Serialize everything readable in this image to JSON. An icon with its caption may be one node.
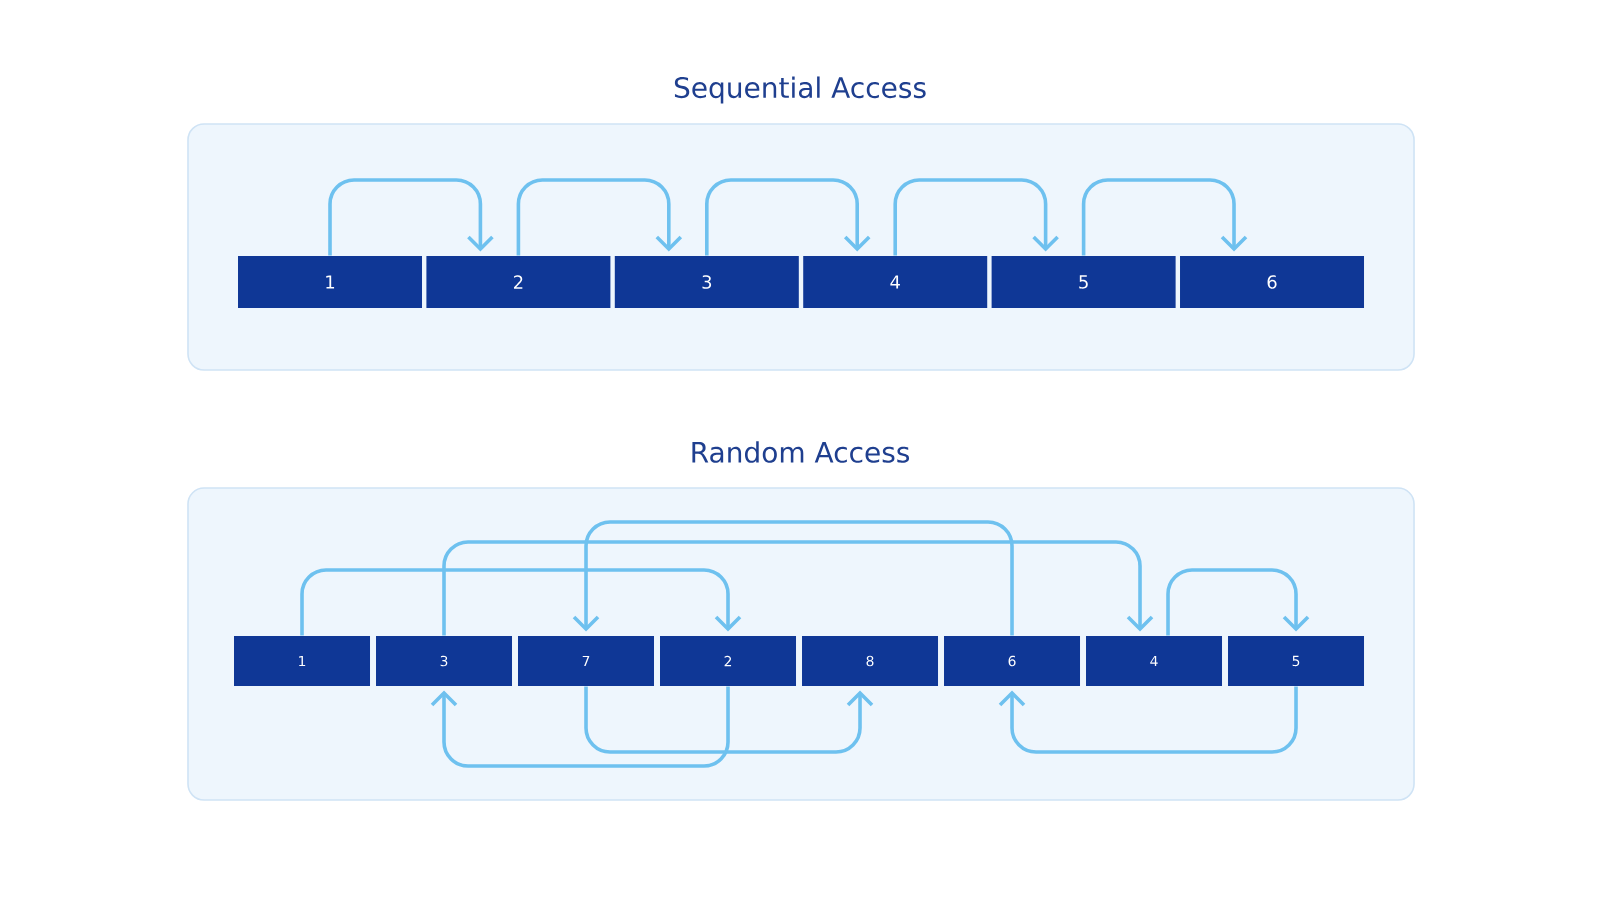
{
  "diagram": {
    "nodes": [
      {
        "text": [
          "Sequential Access"
        ]
      },
      {
        "text": [
          "1"
        ],
        "in": 0
      },
      {
        "text": [
          "2"
        ],
        "in": 0
      },
      {
        "text": [
          "3"
        ],
        "in": 0
      },
      {
        "text": [
          "4"
        ],
        "in": 0
      },
      {
        "text": [
          "5"
        ],
        "in": 0
      },
      {
        "text": [
          "6"
        ],
        "in": 0
      },
      {
        "text": [
          "Random Access"
        ]
      },
      {
        "text": [
          "1"
        ],
        "in": 7
      },
      {
        "text": [
          "3"
        ],
        "in": 7
      },
      {
        "text": [
          "7"
        ],
        "in": 7
      },
      {
        "text": [
          "2"
        ],
        "in": 7
      },
      {
        "text": [
          "8"
        ],
        "in": 7
      },
      {
        "text": [
          "6"
        ],
        "in": 7
      },
      {
        "text": [
          "4"
        ],
        "in": 7
      },
      {
        "text": [
          "5"
        ],
        "in": 7
      }
    ],
    "edges": [
      {
        "from": 1,
        "to": 2,
        "arrow": "to"
      },
      {
        "from": 2,
        "to": 3,
        "arrow": "to"
      },
      {
        "from": 3,
        "to": 4,
        "arrow": "to"
      },
      {
        "from": 4,
        "to": 5,
        "arrow": "to"
      },
      {
        "from": 5,
        "to": 6,
        "arrow": "to"
      },
      {
        "from": 8,
        "to": 11,
        "arrow": "to"
      },
      {
        "from": 11,
        "to": 9,
        "arrow": "to"
      },
      {
        "from": 9,
        "to": 14,
        "arrow": "to"
      },
      {
        "from": 14,
        "to": 15,
        "arrow": "to"
      },
      {
        "from": 15,
        "to": 13,
        "arrow": "to"
      },
      {
        "from": 13,
        "to": 10,
        "arrow": "to"
      },
      {
        "from": 10,
        "to": 12,
        "arrow": "to"
      }
    ]
  }
}
